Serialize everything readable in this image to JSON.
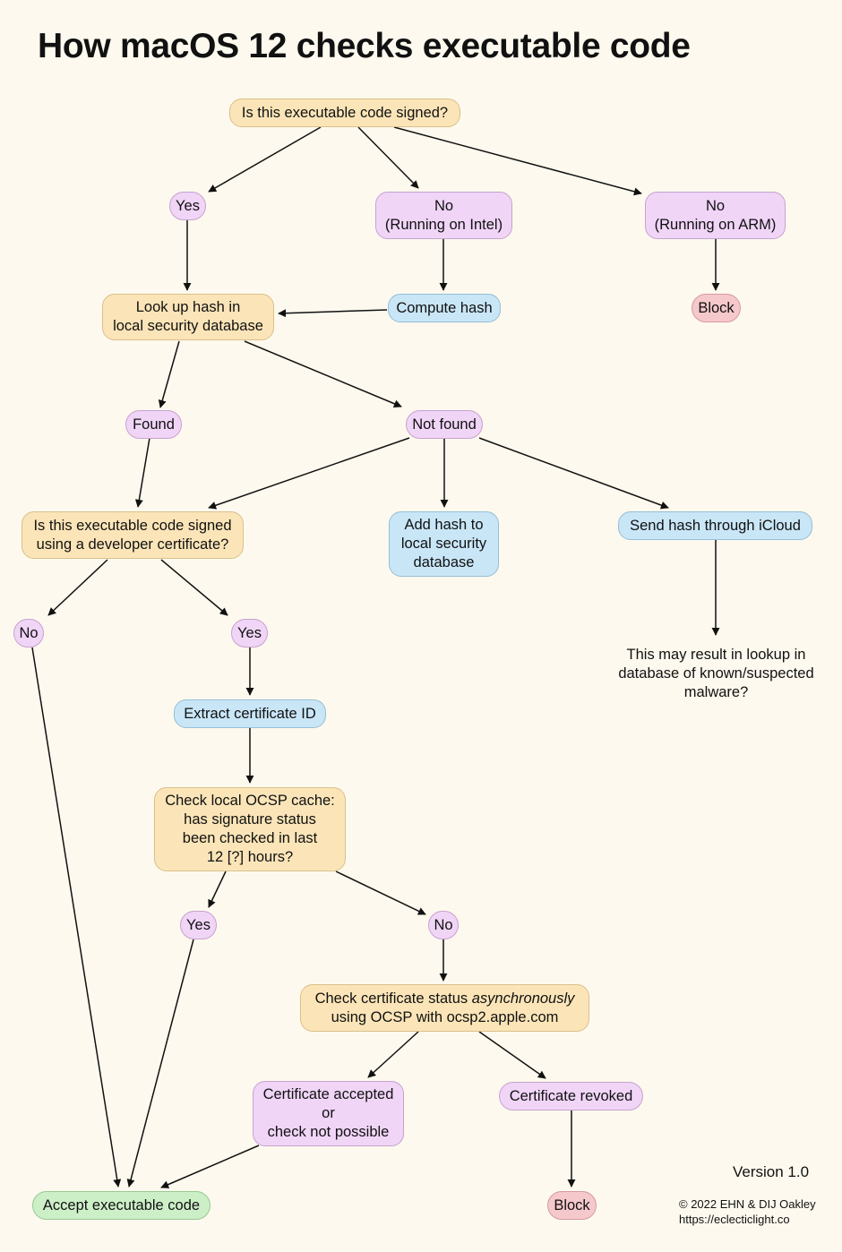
{
  "title": "How macOS 12 checks executable code",
  "nodes": {
    "signed_q": "Is this executable code signed?",
    "yes_1": "Yes",
    "no_intel": "No\n(Running on Intel)",
    "no_arm": "No\n(Running on ARM)",
    "lookup_hash": "Look up hash in\nlocal security database",
    "compute_hash": "Compute hash",
    "block_1": "Block",
    "found": "Found",
    "not_found": "Not found",
    "dev_cert_q": "Is this executable code signed\nusing a developer certificate?",
    "add_hash": "Add hash to\nlocal security\ndatabase",
    "send_icloud": "Send hash through iCloud",
    "no_2": "No",
    "yes_2": "Yes",
    "icloud_note": "This may result in lookup in\ndatabase of known/suspected\nmalware?",
    "extract_cert": "Extract certificate ID",
    "ocsp_cache_q": "Check local OCSP cache:\nhas signature status\nbeen checked in last\n12 [?] hours?",
    "yes_3": "Yes",
    "no_3": "No",
    "ocsp_check_pre": "Check certificate status ",
    "ocsp_check_em": "asynchronously",
    "ocsp_check_post": "using OCSP with ocsp2.apple.com",
    "cert_accepted": "Certificate accepted\nor\ncheck not possible",
    "cert_revoked": "Certificate revoked",
    "accept": "Accept executable code",
    "block_2": "Block"
  },
  "version": "Version 1.0",
  "copyright": "© 2022 EHN & DIJ Oakley",
  "url": "https://eclecticlight.co",
  "colors": {
    "question": "#fbe5b8",
    "answer": "#f0d5f7",
    "process": "#c9e6f7",
    "block": "#f5c8cc",
    "accept": "#cdefc8",
    "background": "#fdf9ee"
  }
}
